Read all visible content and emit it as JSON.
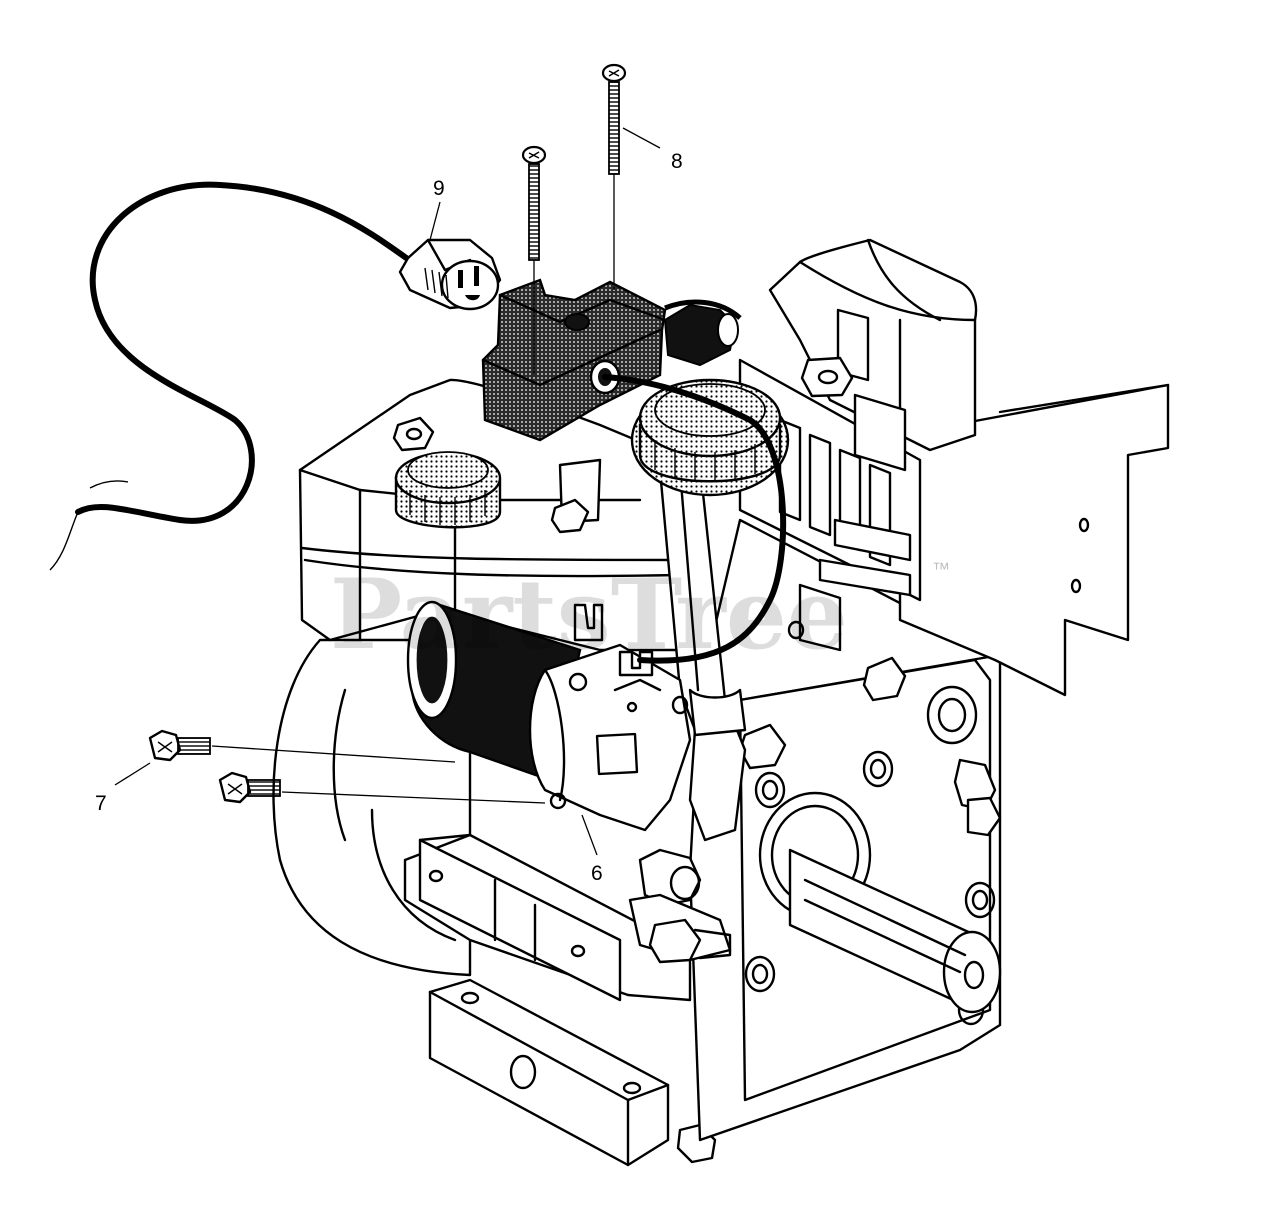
{
  "diagram": {
    "callouts": [
      {
        "id": "callout-6",
        "label": "6"
      },
      {
        "id": "callout-7",
        "label": "7"
      },
      {
        "id": "callout-8",
        "label": "8"
      },
      {
        "id": "callout-9",
        "label": "9"
      }
    ],
    "watermark": {
      "text": "PartsTree",
      "trademark": "™"
    },
    "colors": {
      "line": "#000000",
      "background": "#ffffff",
      "shade": "#9a9a9a"
    },
    "icons": [
      "engine-drawing-icon",
      "starter-motor-icon",
      "power-cord-icon",
      "switch-box-icon",
      "screw-icon"
    ]
  }
}
